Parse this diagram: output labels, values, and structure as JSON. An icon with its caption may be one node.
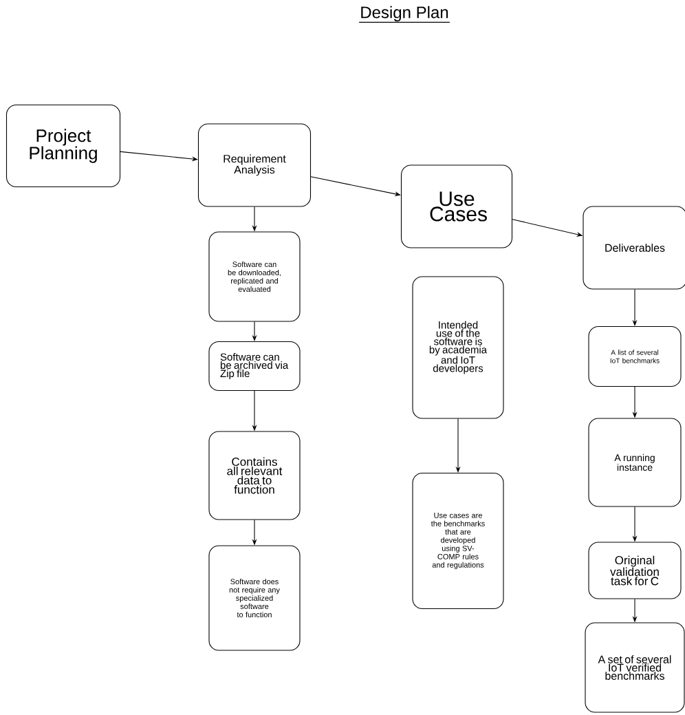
{
  "diagram": {
    "title": "Design Plan",
    "nodes": [
      {
        "text": [
          "Project Planning"
        ]
      },
      {
        "text": [
          "Requirement Analysis"
        ]
      },
      {
        "text": [
          "Use Cases"
        ]
      },
      {
        "text": [
          "Deliverables"
        ]
      },
      {
        "text": [
          "Software can be downloaded, replicated and evaluated"
        ]
      },
      {
        "text": [
          "Software can be archived via Zip file"
        ]
      },
      {
        "text": [
          "Contains all relevant data to function"
        ]
      },
      {
        "text": [
          "Software does not require any specialized software to function"
        ]
      },
      {
        "text": [
          "Intended use of the software is by academia and IoT developers"
        ]
      },
      {
        "text": [
          "Use cases are the benchmarks that are developed using SV-COMP rules and regulations"
        ]
      },
      {
        "text": [
          "A list of several IoT benchmarks"
        ]
      },
      {
        "text": [
          "A running instance"
        ]
      },
      {
        "text": [
          "Original validation task for C"
        ]
      },
      {
        "text": [
          "A set of several IoT verified benchmarks"
        ]
      }
    ],
    "edges": [
      {
        "from": 0,
        "to": 1,
        "arrow": "to"
      },
      {
        "from": 1,
        "to": 2,
        "arrow": "to"
      },
      {
        "from": 2,
        "to": 3,
        "arrow": "to"
      },
      {
        "from": 1,
        "to": 4,
        "arrow": "to"
      },
      {
        "from": 4,
        "to": 5,
        "arrow": "to"
      },
      {
        "from": 5,
        "to": 6,
        "arrow": "to"
      },
      {
        "from": 6,
        "to": 7,
        "arrow": "to"
      },
      {
        "from": 8,
        "to": 9,
        "arrow": "to"
      },
      {
        "from": 3,
        "to": 10,
        "arrow": "to"
      },
      {
        "from": 10,
        "to": 11,
        "arrow": "to"
      },
      {
        "from": 11,
        "to": 12,
        "arrow": "to"
      },
      {
        "from": 12,
        "to": 13,
        "arrow": "to"
      }
    ]
  }
}
